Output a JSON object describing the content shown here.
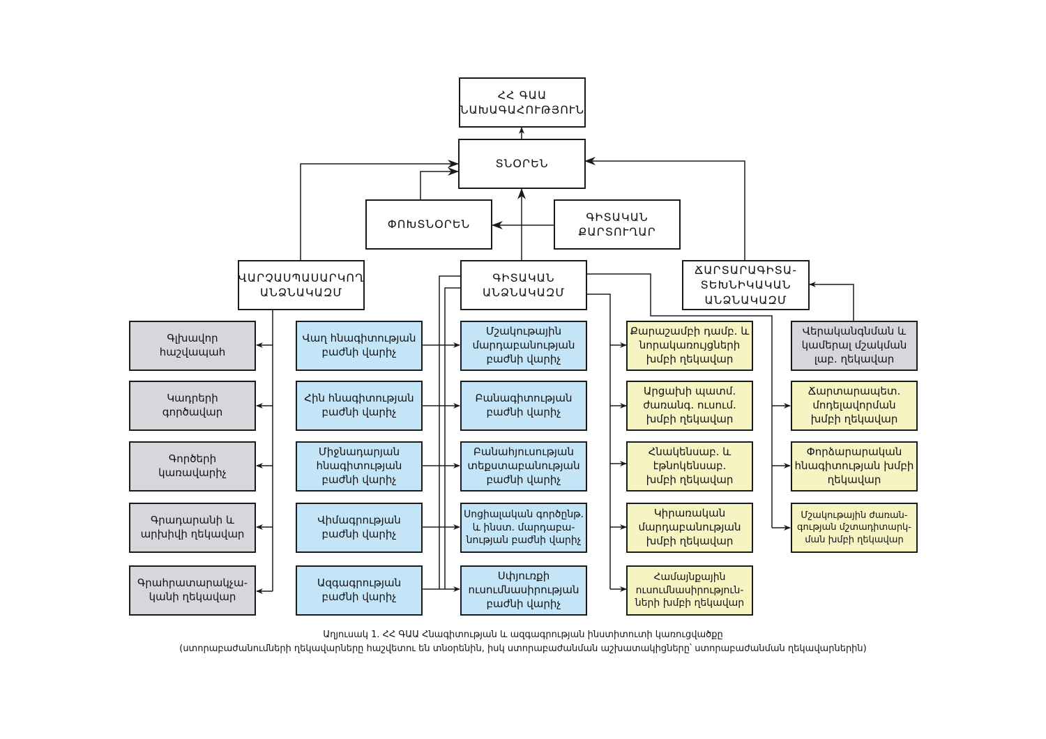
{
  "top": {
    "presidium": "ՀՀ ԳԱԱ\nՆԱԽԱԳԱՀՈՒԹՅՈՒՆ",
    "director": "ՏՆՕՐԵՆ",
    "deputy": "ՓՈԽՏՆՕՐԵՆ",
    "secretary": "ԳԻՏԱԿԱՆ\nՔԱՐՏՈՒՂԱՐ",
    "admin_staff": "ՎԱՐՉԱՍՊԱՍԱՐԿՈՂ\nԱՆՁՆԱԿԱԶՄ",
    "science_staff": "ԳԻՏԱԿԱՆ\nԱՆՁՆԱԿԱԶՄ",
    "engineering_staff": "ՃԱՐՏԱՐԱԳԻՏԱ-\nՏԵԽՆԻԿԱԿԱՆ\nԱՆՁՆԱԿԱԶՄ"
  },
  "admin_units": [
    "Գլխավոր\nհաշվապահ",
    "Կադրերի\nգործավար",
    "Գործերի\nկառավարիչ",
    "Գրադարանի և\nարխիվի ղեկավար",
    "Գրահրատարակչա-\nկանի ղեկավար"
  ],
  "departments_col1": [
    "Վաղ հնագիտության\nբաժնի վարիչ",
    "Հին հնագիտության\nբաժնի վարիչ",
    "Միջնադարյան\nհնագիտության\nբաժնի վարիչ",
    "Վիմագրության\nբաժնի վարիչ",
    "Ազգագրության\nբաժնի վարիչ"
  ],
  "departments_col2": [
    "Մշակութային\nմարդաբանության\nբաժնի վարիչ",
    "Բանագիտության\nբաժնի վարիչ",
    "Բանահյուսության\nտեքստաբանության\nբաժնի վարիչ",
    "Սոցիալական գործընթ.\nև ինստ. մարդաբա-\nնության բաժնի վարիչ",
    "Սփյուռքի\nուսումնասիրության\nբաժնի վարիչ"
  ],
  "groups_col3": [
    "Քարաշամբի դամբ. և\nնորակառույցների\nխմբի ղեկավար",
    "Արցախի պատմ.\nժառանգ. ուսում.\nխմբի ղեկավար",
    "Հնակենսաբ. և\nէթնոկենսաբ.\nխմբի ղեկավար",
    "Կիրառական\nմարդաբանության\nխմբի ղեկավար",
    "Համայնքային\nուսումնասիրություն-\nների խմբի ղեկավար"
  ],
  "groups_col4": [
    "Վերականգնման և\nկամերալ մշակման\nլաբ. ղեկավար",
    "Ճարտարապետ.\nմոդելավորման\nխմբի ղեկավար",
    "Փորձարարական\nհնագիտության խմբի\nղեկավար",
    "Մշակութային ժառան-\nգության մշտադիտարկ-\nման խմբի ղեկավար"
  ],
  "caption": {
    "line1": "Աղյուսակ 1. ՀՀ ԳԱԱ Հնագիտության և ազգագրության ինստիտուտի կառուցվածքը",
    "line2": "(ստորաբաժանումների ղեկավարները  հաշվետու են տնօրենին, իսկ ստորաբաժանման աշխատակիցները՝ ստորաբաժանման ղեկավարներին)"
  },
  "colors": {
    "admin_fill": "#d6d7da",
    "dept_fill": "#c3e5f7",
    "group_fill": "#f6f4c2",
    "lab_fill": "#d6d7da",
    "line": "#1a1a1a"
  }
}
